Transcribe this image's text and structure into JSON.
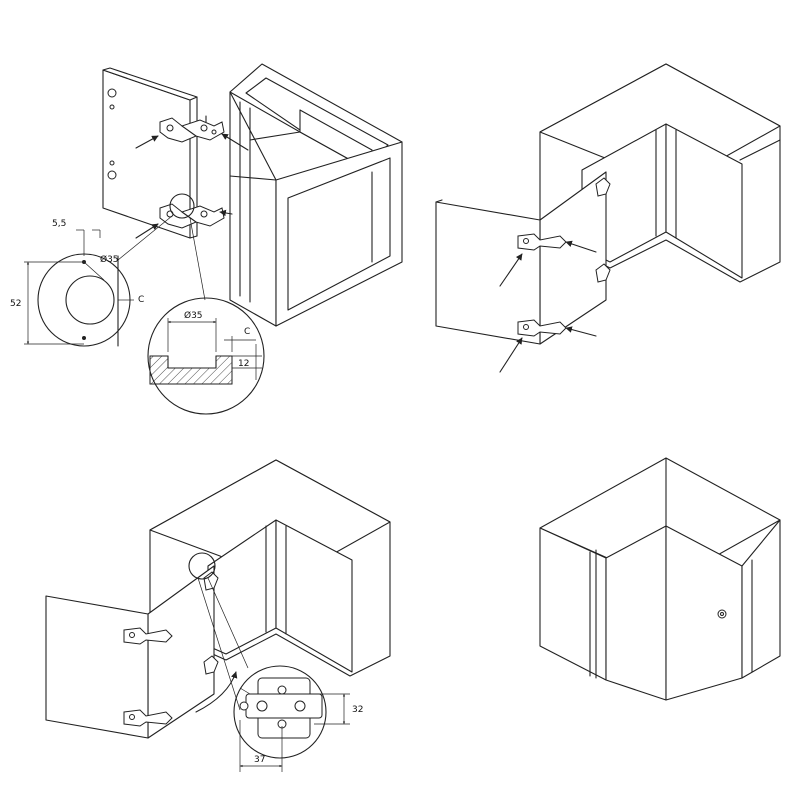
{
  "colors": {
    "line": "#222222",
    "background": "#ffffff"
  },
  "dimensions": {
    "d_5_5": "5,5",
    "d_35_circle": "Ø35",
    "d_52": "52",
    "d_c_1": "C",
    "d_35_section": "Ø35",
    "d_c_2": "C",
    "d_12": "12",
    "d_32": "32",
    "d_37": "37"
  },
  "panels": [
    {
      "step": "1",
      "content": "door-with-hinges-and-drilling-detail"
    },
    {
      "step": "2",
      "content": "door-mounting-arrows"
    },
    {
      "step": "3",
      "content": "hinge-plate-adjustment-detail"
    },
    {
      "step": "4",
      "content": "closed-corner-cabinet"
    }
  ]
}
